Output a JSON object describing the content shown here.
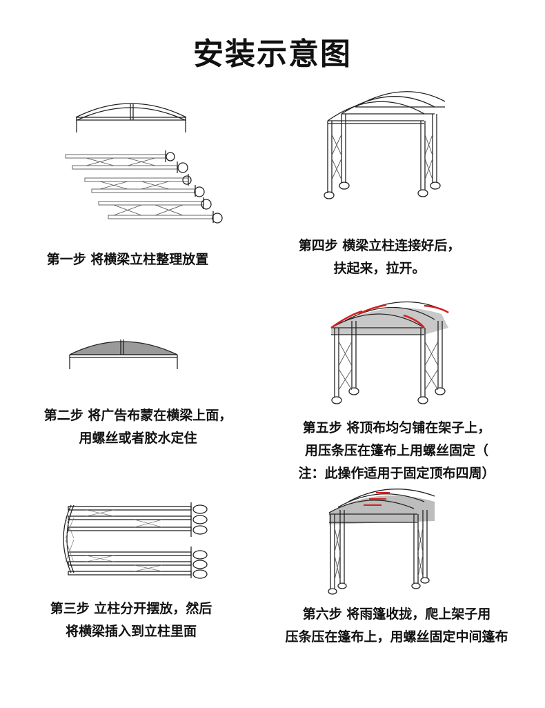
{
  "title": "安装示意图",
  "steps": [
    {
      "lines": [
        "第一步 将横梁立柱整理放置"
      ]
    },
    {
      "lines": [
        "第二步 将广告布蒙在横梁上面，",
        "用螺丝或者胶水定住"
      ]
    },
    {
      "lines": [
        "第三步 立柱分开摆放，然后",
        "将横梁插入到立柱里面"
      ]
    },
    {
      "lines": [
        "第四步 横梁立柱连接好后，",
        "扶起来，拉开。"
      ]
    },
    {
      "lines": [
        "第五步 将顶布均匀铺在架子上，",
        "用压条压在篷布上用螺丝固定（",
        "注：此操作适用于固定顶布四周）"
      ]
    },
    {
      "lines": [
        "第六步 将雨篷收拢，爬上架子用",
        "压条压在篷布上，用螺丝固定中间篷布"
      ]
    }
  ],
  "colors": {
    "line": "#222222",
    "canopy": "#9a9a9a",
    "highlight": "#d42020"
  }
}
